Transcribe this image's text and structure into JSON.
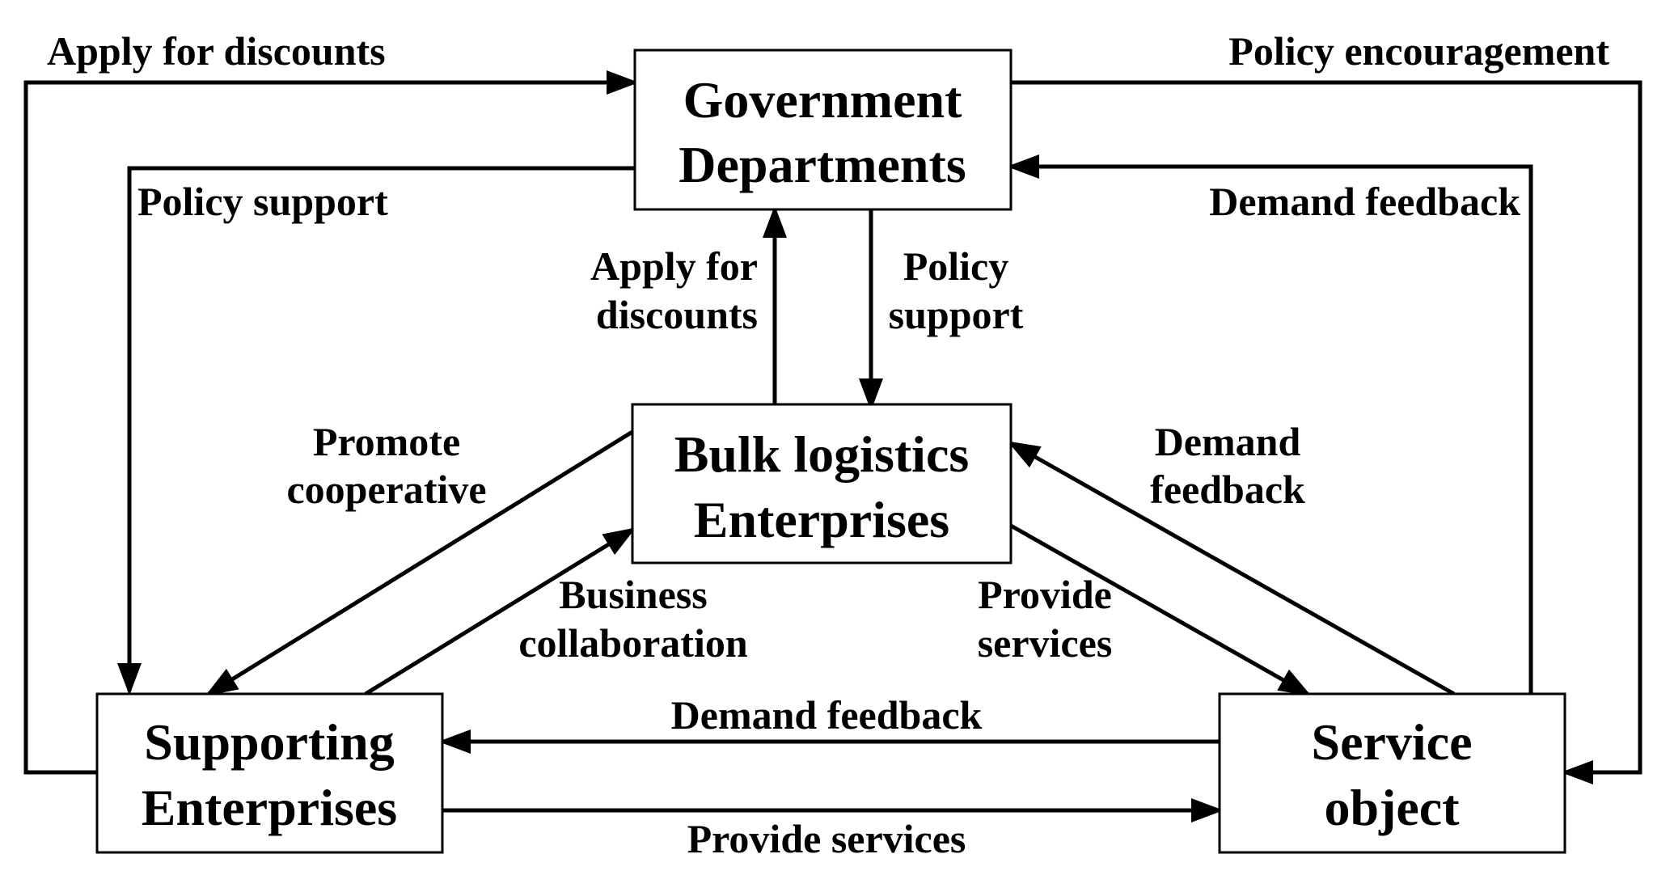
{
  "nodes": {
    "government": {
      "line1": "Government",
      "line2": "Departments"
    },
    "bulk": {
      "line1": "Bulk logistics",
      "line2": "Enterprises"
    },
    "supporting": {
      "line1": "Supporting",
      "line2": "Enterprises"
    },
    "service": {
      "line1": "Service",
      "line2": "object"
    }
  },
  "edges": {
    "supporting_to_government": {
      "line1": "Apply for discounts"
    },
    "government_to_service": {
      "line1": "Policy encouragement"
    },
    "government_to_supporting": {
      "line1": "Policy support"
    },
    "service_to_government": {
      "line1": "Demand feedback"
    },
    "bulk_to_government": {
      "line1": "Apply for",
      "line2": "discounts"
    },
    "government_to_bulk": {
      "line1": "Policy",
      "line2": "support"
    },
    "bulk_to_supporting": {
      "line1": "Promote",
      "line2": "cooperative"
    },
    "supporting_to_bulk": {
      "line1": "Business",
      "line2": "collaboration"
    },
    "service_to_bulk": {
      "line1": "Demand",
      "line2": "feedback"
    },
    "bulk_to_service": {
      "line1": "Provide",
      "line2": "services"
    },
    "service_to_supporting": {
      "line1": "Demand feedback"
    },
    "supporting_to_service": {
      "line1": "Provide services"
    }
  }
}
